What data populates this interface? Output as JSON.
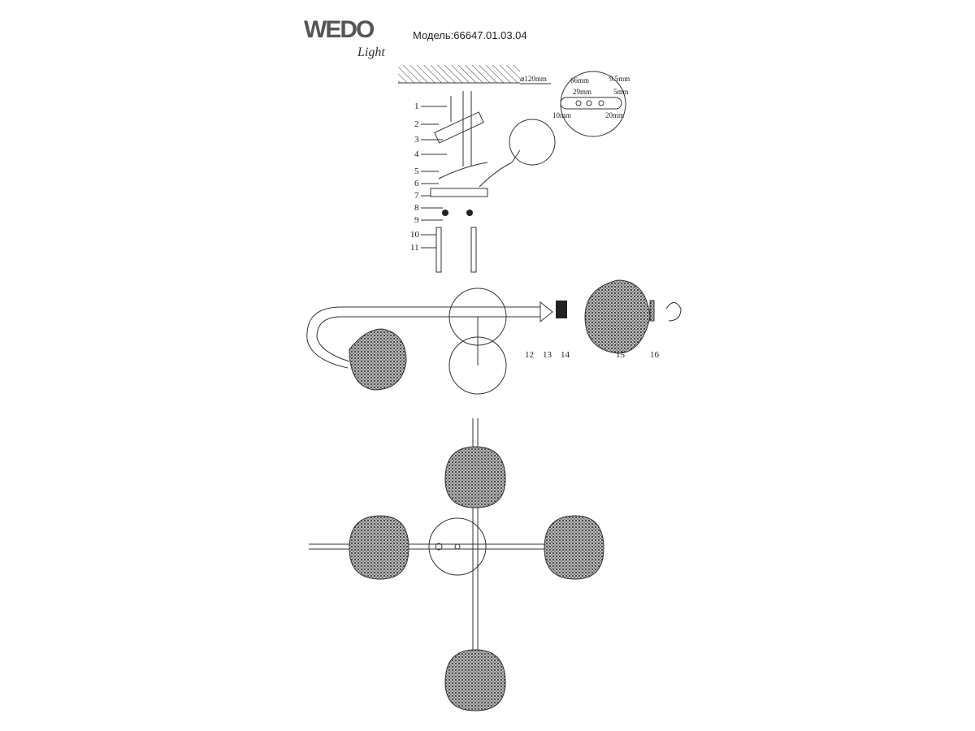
{
  "brand": {
    "name": "WEDO",
    "sub": "Light"
  },
  "model_label": "Модель:66647.01.03.04",
  "dimensions": {
    "diameter": "⌀120mm",
    "d1": "66mm",
    "d2": "9.5mm",
    "d3": "29mm",
    "d4": "5mm",
    "d5": "10mm",
    "d6": "20mm"
  },
  "callouts": [
    "1",
    "2",
    "3",
    "4",
    "5",
    "6",
    "7",
    "8",
    "9",
    "10",
    "11",
    "12",
    "13",
    "14",
    "15",
    "16"
  ]
}
